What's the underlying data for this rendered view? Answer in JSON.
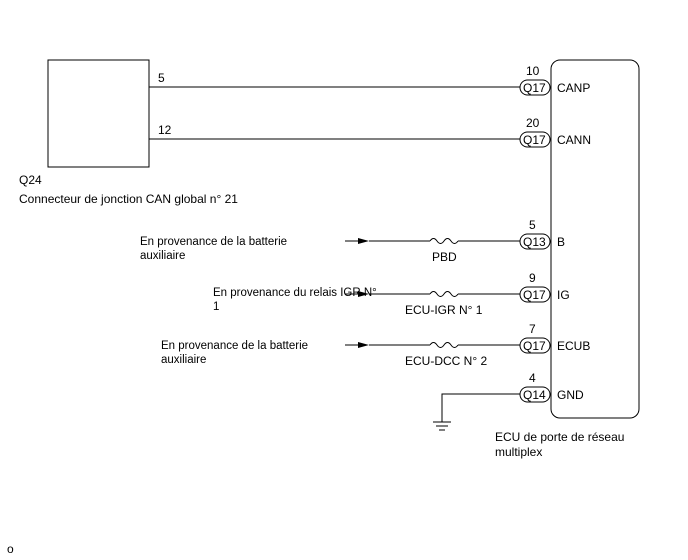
{
  "junction_connector": {
    "code": "Q24",
    "name": "Connecteur de jonction CAN global n° 21",
    "pins": [
      "5",
      "12"
    ]
  },
  "ecu": {
    "name_line1": "ECU de porte de réseau",
    "name_line2": "multiplex"
  },
  "terminals": [
    {
      "pin": "10",
      "connector": "Q17",
      "signal": "CANP"
    },
    {
      "pin": "20",
      "connector": "Q17",
      "signal": "CANN"
    },
    {
      "pin": "5",
      "connector": "Q13",
      "signal": "B"
    },
    {
      "pin": "9",
      "connector": "Q17",
      "signal": "IG"
    },
    {
      "pin": "7",
      "connector": "Q17",
      "signal": "ECUB"
    },
    {
      "pin": "4",
      "connector": "Q14",
      "signal": "GND"
    }
  ],
  "sources": [
    {
      "line1": "En provenance de la batterie",
      "line2": "auxiliaire"
    },
    {
      "line1": "En provenance du relais IGR N°",
      "line2": "1"
    },
    {
      "line1": "En provenance de la batterie",
      "line2": "auxiliaire"
    }
  ],
  "fuses": [
    "PBD",
    "ECU-IGR N° 1",
    "ECU-DCC N° 2"
  ],
  "corner_mark": "o",
  "colors": {
    "line": "#000000",
    "background": "#ffffff"
  }
}
